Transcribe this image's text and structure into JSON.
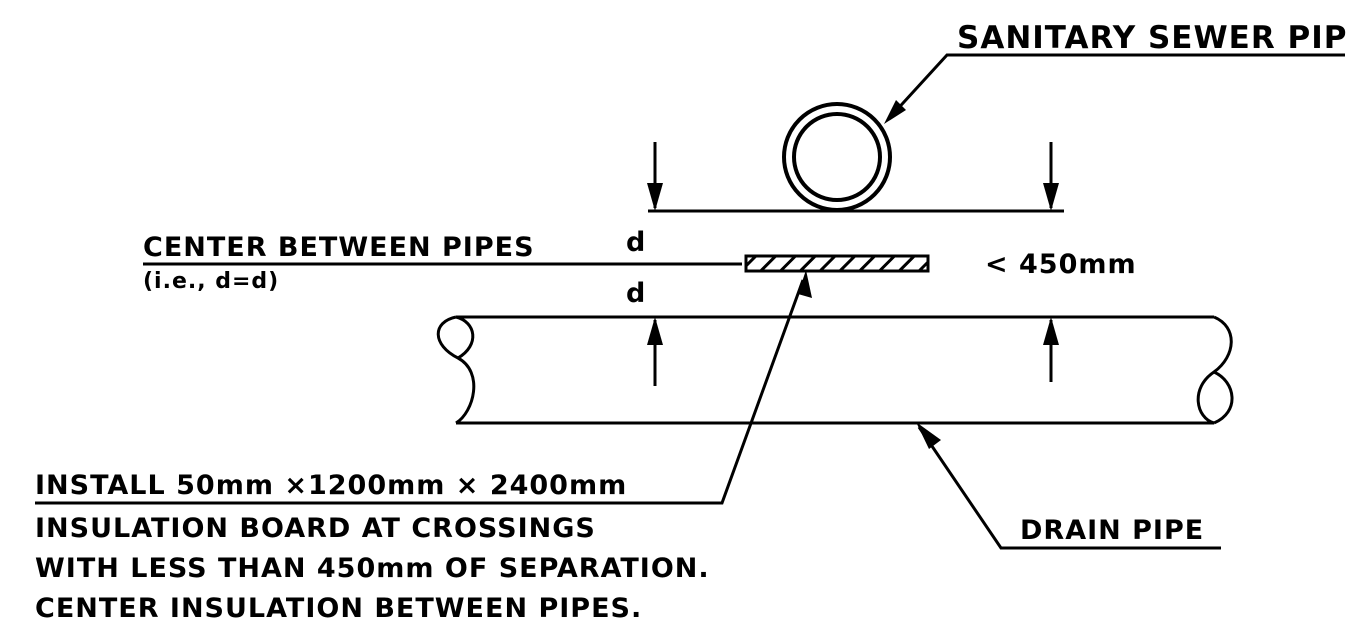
{
  "labels": {
    "sanitary_sewer_pipe": "SANITARY SEWER PIPE",
    "center_between_pipes": "CENTER BETWEEN PIPES",
    "ie": "(i.e., d=d)",
    "d_upper": "d",
    "d_lower": "d",
    "separation": "< 450mm",
    "drain_pipe": "DRAIN PIPE",
    "note": [
      "INSTALL 50mm ×1200mm × 2400mm",
      "INSULATION BOARD AT CROSSINGS",
      "WITH LESS THAN 450mm OF SEPARATION.",
      "CENTER INSULATION BETWEEN PIPES."
    ]
  }
}
